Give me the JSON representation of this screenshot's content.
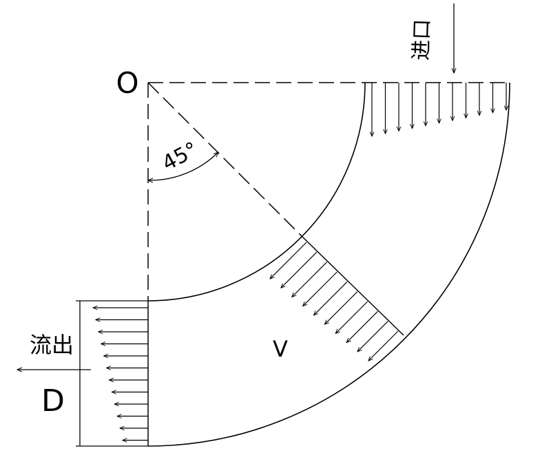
{
  "labels": {
    "origin": "O",
    "angle": "45°",
    "inlet": "进口",
    "outlet": "流出",
    "velocity": "V",
    "diameter": "D"
  },
  "colors": {
    "line": "#000000",
    "background": "#ffffff"
  }
}
